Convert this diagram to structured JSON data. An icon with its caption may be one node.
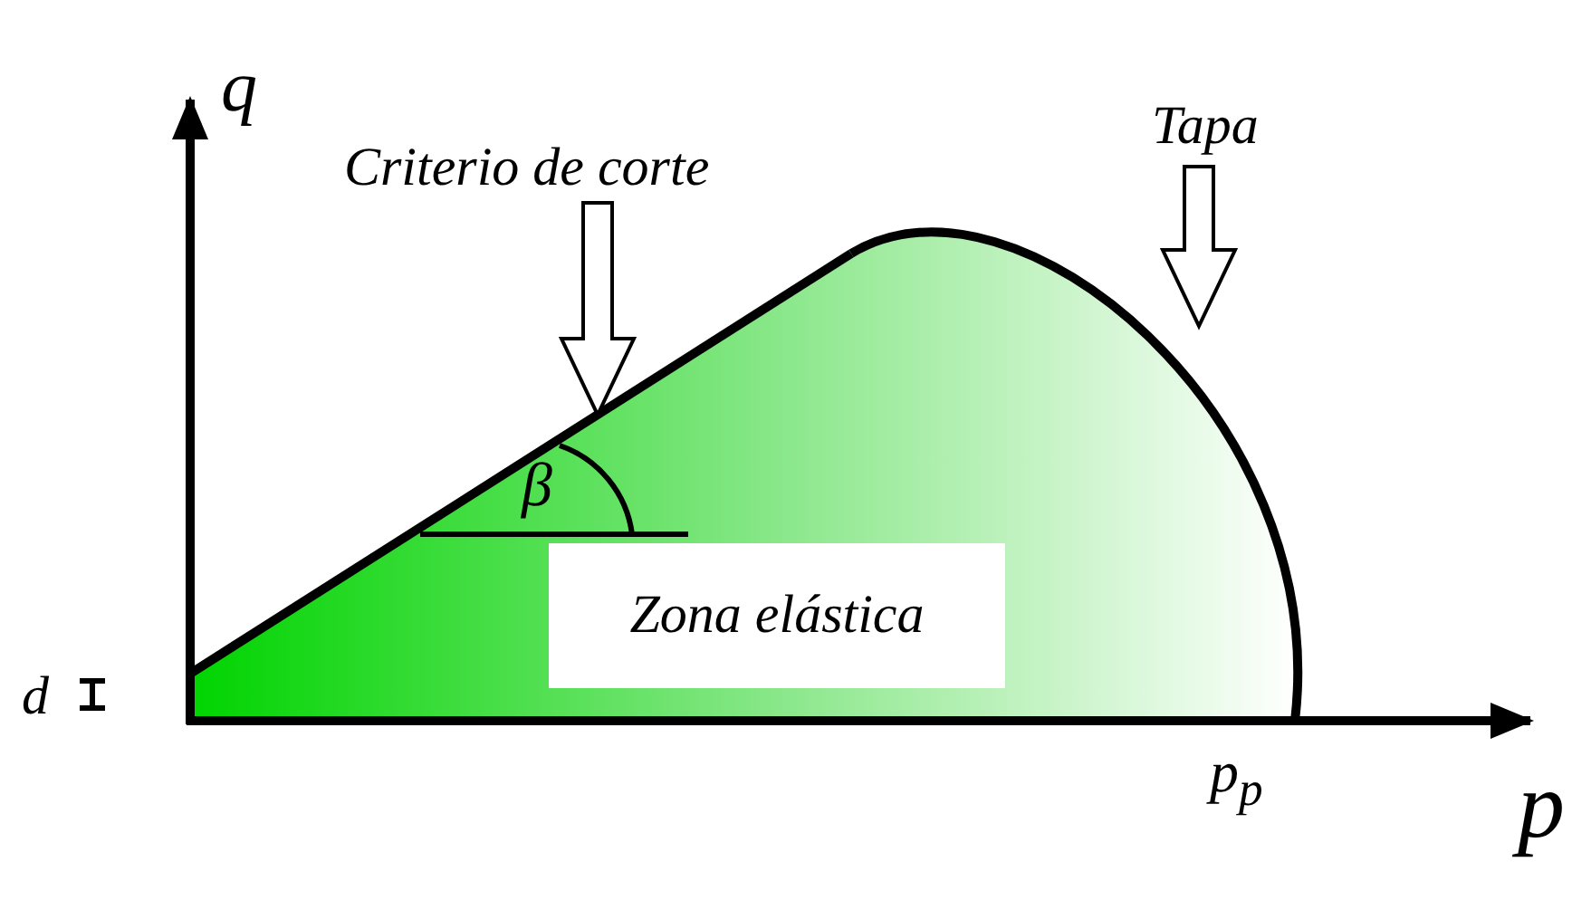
{
  "diagram": {
    "nodes": [
      {
        "text": [
          "Criterio de corte"
        ]
      },
      {
        "text": [
          "Tapa"
        ]
      },
      {
        "text": [],
        "shape": "line"
      },
      {
        "text": [],
        "shape": "curve"
      },
      {
        "text": [
          "Zona elástica"
        ]
      }
    ],
    "edges": [
      {
        "from": 0,
        "to": 2,
        "arrow": "to"
      },
      {
        "from": 1,
        "to": 3,
        "arrow": "to"
      }
    ],
    "labels": [
      "q",
      "β",
      "d",
      "p$_{p}$",
      "p"
    ]
  }
}
